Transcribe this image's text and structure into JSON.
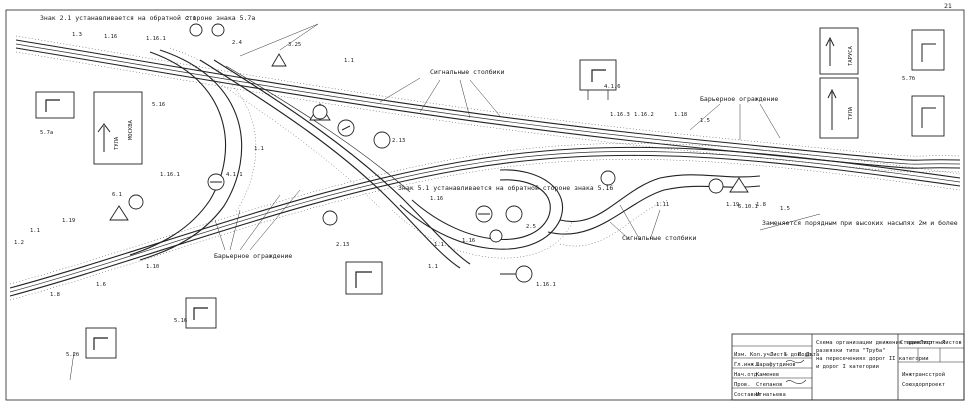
{
  "drawing": {
    "sheet_number": "21",
    "notes": {
      "top_note": "Знак 2.1 устанавливается на обратной стороне знака 5.7а",
      "center_note": "Знак 5.1 устанавливается на обратной стороне знака 5.16",
      "bottom_right_note": "Заменяется порядным при высоких насыпях 2м и более"
    },
    "callouts": {
      "signal_posts_top": "Сигнальные столбики",
      "barrier_right": "Барьерное ограждение",
      "barrier_left": "Барьерное ограждение",
      "signal_posts_bottom": "Сигнальные столбики"
    },
    "markings": {
      "m_1_3_top": "1.3",
      "m_1_16_top": "1.16",
      "m_1_16_1": "1.16.1",
      "m_1_1_top": "1.1",
      "m_1_1_mid": "1.1",
      "m_1_16_3": "1.16.3",
      "m_1_16_2": "1.16.2",
      "m_1_18": "1.18",
      "m_1_5_right": "1.5",
      "m_1_8_right": "1.8",
      "m_1_19_right": "1.19",
      "m_1_11": "1.11",
      "m_1_5_bottom": "1.5",
      "m_1_19_left": "1.19",
      "m_1_1_left": "1.1",
      "m_1_6_left": "1.6",
      "m_1_2_left": "1.2",
      "m_1_8_left": "1.8",
      "m_1_10": "1.10",
      "m_1_16_1b": "1.16.1",
      "m_1_1_center": "1.1",
      "m_1_16_center": "1.16",
      "m_1_1_lower": "1.1",
      "m_1_16_lower": "1.16",
      "m_1_16_bottom": "1.16",
      "m_1_16_1_bottom": "1.16.1"
    },
    "sign_codes": {
      "s_2_1_a": "2.1",
      "s_2_4": "2.4",
      "s_3_25": "3.25",
      "s_4_1_1": "4.1.1",
      "s_5_7a": "5.7а",
      "s_5_7b": "5.7б",
      "s_5_16": "5.16",
      "s_6_1": "6.1",
      "s_2_13": "2.13",
      "s_2_5": "2.5",
      "s_6_10_1": "6.10.1",
      "s_4_1_6": "4.1.6",
      "s_5_16b": "5.16",
      "s_5_2b": "5.2б"
    },
    "direction_signs": {
      "tula_top": "ТАРУСА",
      "tula_main": "ТУЛА",
      "tula_left": "ТУЛА",
      "moscow_left": "МОСКВА"
    },
    "title_block": {
      "headers": [
        "Изм.",
        "Кол.уч.",
        "Лист",
        "№ док.",
        "Подп.",
        "Дата"
      ],
      "roles": [
        "Гл.инж.",
        "Нач.отд.",
        "Пров.",
        "Составил"
      ],
      "names": [
        "Шарафутдинов",
        "Каменев",
        "Степанов",
        "Игнатьева"
      ],
      "title_lines": [
        "Схема организации движения транспортных",
        "развязки типа \"Труба\"",
        "на пересечениях дорог II категории",
        "и дорог I категории"
      ],
      "stage_header": "Стадия",
      "sheet_header": "Лист",
      "sheets_header": "Листов",
      "org_lines": [
        "Инжтрансстрой",
        "Союздорпроект"
      ]
    }
  }
}
